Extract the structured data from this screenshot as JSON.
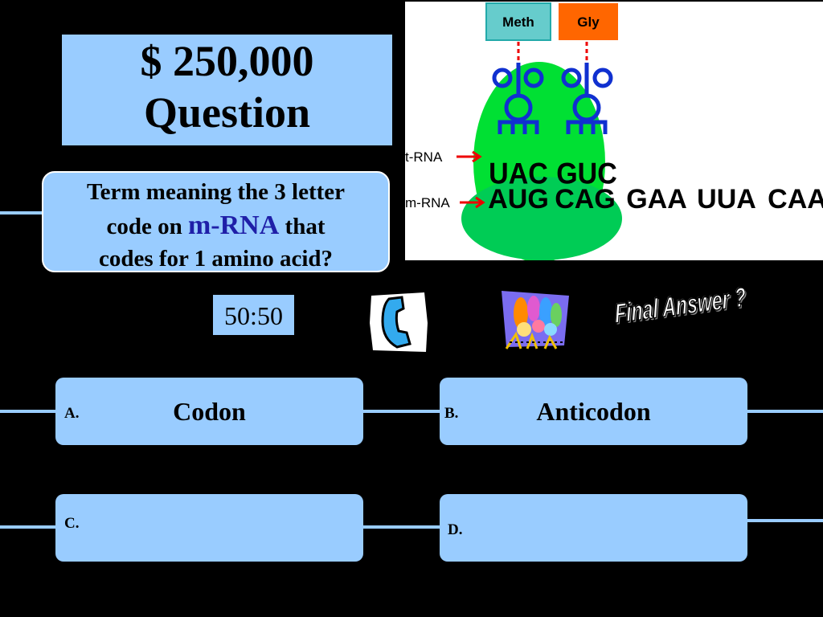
{
  "title": {
    "line1": "$ 250,000",
    "line2": "Question"
  },
  "question": {
    "part1": "Term meaning the 3 letter",
    "part2": "code on",
    "highlight": "m-RNA",
    "part3": "that",
    "part4": "codes for 1 amino acid?"
  },
  "lifelines": {
    "fifty_fifty": "50:50",
    "phone_icon": "phone-icon",
    "audience_icon": "audience-icon",
    "final_answer": "Final Answer ?"
  },
  "answers": [
    {
      "letter": "A.",
      "text": "Codon"
    },
    {
      "letter": "B.",
      "text": "Anticodon"
    },
    {
      "letter": "C.",
      "text": ""
    },
    {
      "letter": "D.",
      "text": ""
    }
  ],
  "diagram": {
    "amino_acids": [
      "Meth",
      "Gly"
    ],
    "trna_label": "t-RNA",
    "mrna_label": "m-RNA",
    "anticodons": [
      "UAC",
      "GUC"
    ],
    "codons": [
      "AUG",
      "CAG",
      "GAA",
      "UUA",
      "CAA"
    ]
  },
  "colors": {
    "background": "#000000",
    "panel": "#99ccff",
    "highlight_text": "#1f1fa8",
    "ribosome": "#00e033",
    "meth_box": "#66cccc",
    "gly_box": "#ff6600"
  }
}
